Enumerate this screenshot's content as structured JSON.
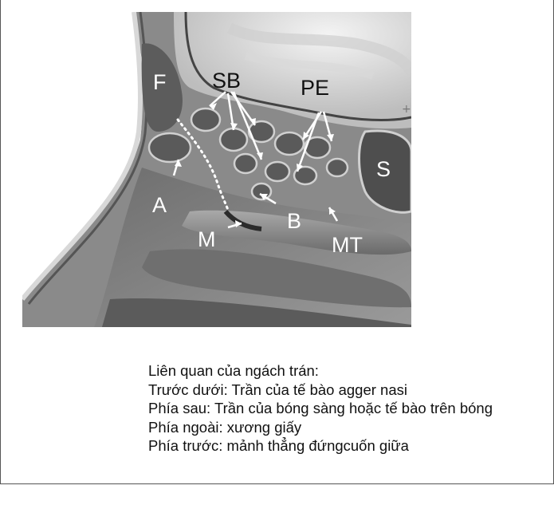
{
  "figure": {
    "labels": {
      "F": "F",
      "SB": "SB",
      "PE": "PE",
      "S": "S",
      "A": "A",
      "M": "M",
      "B": "B",
      "MT": "MT"
    }
  },
  "caption": {
    "title": "Liên quan của ngách trán:",
    "lines": [
      "Trước dưới: Trần của tế bào agger nasi",
      "Phía sau: Trần của bóng sàng hoặc tế bào trên bóng",
      "Phía ngoài: xương giấy",
      "Phía trước: mảnh thẳng đứngcuốn giữa"
    ]
  }
}
